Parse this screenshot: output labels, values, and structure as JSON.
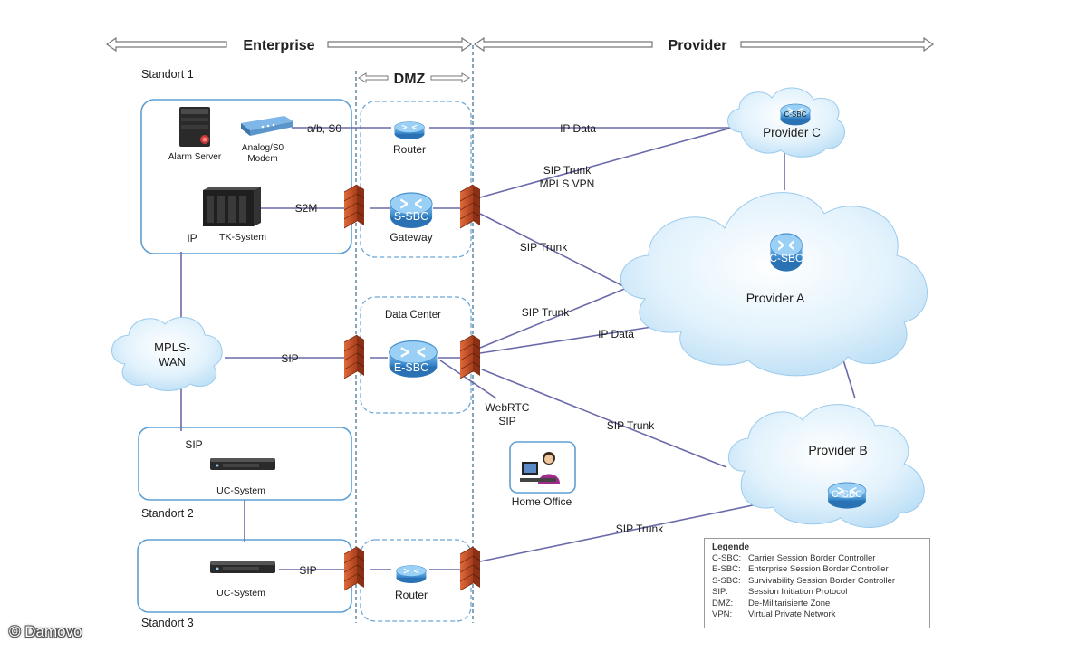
{
  "zones": {
    "enterprise": "Enterprise",
    "provider": "Provider",
    "dmz": "DMZ"
  },
  "sites": {
    "standort1": "Standort 1",
    "standort2": "Standort 2",
    "standort3": "Standort 3"
  },
  "devices": {
    "alarm_server": "Alarm Server",
    "modem_line1": "Analog/S0",
    "modem_line2": "Modem",
    "tk_system": "TK-System",
    "uc_system_2": "UC-System",
    "uc_system_3": "UC-System",
    "router_top": "Router",
    "router_bottom": "Router",
    "s_sbc": "S-SBC",
    "gateway": "Gateway",
    "e_sbc": "E-SBC",
    "data_center": "Data Center",
    "c_sbc_a": "C-SBC",
    "c_sbc_b": "C-SBC",
    "c_sbc_c": "C-SBC",
    "home_office": "Home Office"
  },
  "clouds": {
    "mpls_line1": "MPLS-",
    "mpls_line2": "WAN",
    "provider_a": "Provider A",
    "provider_b": "Provider B",
    "provider_c": "Provider C"
  },
  "links": {
    "ab_s0": "a/b, S0",
    "s2m": "S2M",
    "ip": "IP",
    "sip_mpls": "SIP",
    "sip_site2": "SIP",
    "sip_site3": "SIP",
    "ip_data_top": "IP Data",
    "sip_trunk_mpls_1": "SIP Trunk",
    "sip_trunk_mpls_2": "MPLS VPN",
    "sip_trunk_gw": "SIP Trunk",
    "sip_trunk_dc": "SIP Trunk",
    "ip_data_dc": "IP Data",
    "webrtc_1": "WebRTC",
    "webrtc_2": "SIP",
    "sip_trunk_b": "SIP Trunk",
    "sip_trunk_bottom": "SIP Trunk"
  },
  "legend": {
    "title": "Legende",
    "items": [
      {
        "abbr": "C-SBC:",
        "text": "Carrier Session Border Controller"
      },
      {
        "abbr": "E-SBC:",
        "text": "Enterprise Session Border Controller"
      },
      {
        "abbr": "S-SBC:",
        "text": "Survivability Session Border Controller"
      },
      {
        "abbr": "SIP:",
        "text": "Session Initiation Protocol"
      },
      {
        "abbr": "DMZ:",
        "text": "De-Militarisierte Zone"
      },
      {
        "abbr": "VPN:",
        "text": "Virtual Private Network"
      }
    ]
  },
  "copyright": "© Damovo",
  "colors": {
    "line": "#6e6eb0",
    "box_border": "#6aa6d6",
    "cloud_fill": "#d6ecfa",
    "router_fill": "#5aa0dc",
    "firewall": "#c0502a"
  }
}
